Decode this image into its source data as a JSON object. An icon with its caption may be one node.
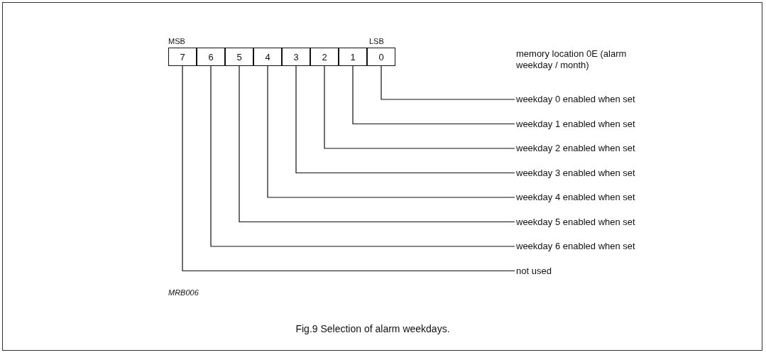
{
  "diagram": {
    "caption": "Fig.9 Selection of alarm weekdays.",
    "nodes": [
      {
        "text": [
          "7"
        ]
      },
      {
        "text": [
          "6"
        ]
      },
      {
        "text": [
          "5"
        ]
      },
      {
        "text": [
          "4"
        ]
      },
      {
        "text": [
          "3"
        ]
      },
      {
        "text": [
          "2"
        ]
      },
      {
        "text": [
          "1"
        ]
      },
      {
        "text": [
          "0"
        ]
      },
      {
        "text": [
          "weekday 0 enabled when set"
        ]
      },
      {
        "text": [
          "weekday 1 enabled when set"
        ]
      },
      {
        "text": [
          "weekday 2 enabled when set"
        ]
      },
      {
        "text": [
          "weekday 3 enabled when set"
        ]
      },
      {
        "text": [
          "weekday 4 enabled when set"
        ]
      },
      {
        "text": [
          "weekday 5 enabled when set"
        ]
      },
      {
        "text": [
          "weekday 6 enabled when set"
        ]
      },
      {
        "text": [
          "not used"
        ]
      }
    ],
    "edges": [
      {
        "from": 7,
        "to": 8,
        "arrow": "none"
      },
      {
        "from": 6,
        "to": 9,
        "arrow": "none"
      },
      {
        "from": 5,
        "to": 10,
        "arrow": "none"
      },
      {
        "from": 4,
        "to": 11,
        "arrow": "none"
      },
      {
        "from": 3,
        "to": 12,
        "arrow": "none"
      },
      {
        "from": 2,
        "to": 13,
        "arrow": "none"
      },
      {
        "from": 1,
        "to": 14,
        "arrow": "none"
      },
      {
        "from": 0,
        "to": 15,
        "arrow": "none"
      }
    ],
    "labels": [
      "MSB",
      "LSB",
      "memory location 0E (alarm weekday / month)",
      "MRB006"
    ]
  }
}
